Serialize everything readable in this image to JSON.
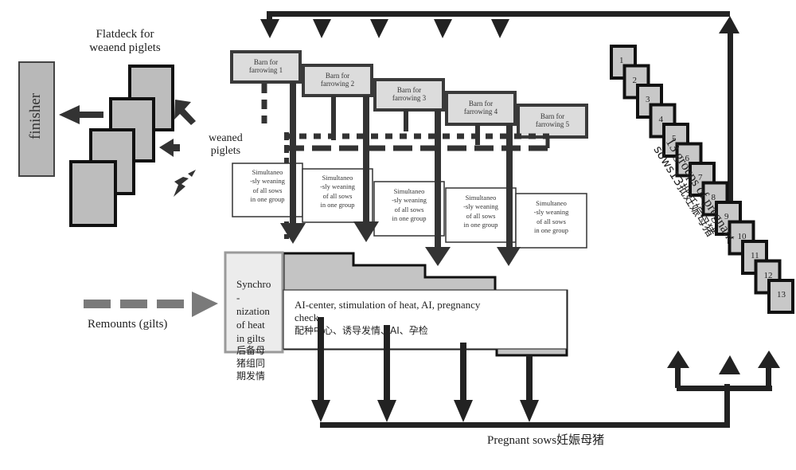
{
  "finisher": {
    "label": "finisher"
  },
  "flatdeck": {
    "label_line1": "Flatdeck for",
    "label_line2": "weaend piglets"
  },
  "weaned_piglets": {
    "line1": "weaned",
    "line2": "piglets"
  },
  "barns": [
    {
      "line1": "Barn for",
      "line2": "farrowing 1"
    },
    {
      "line1": "Barn for",
      "line2": "farrowing 2"
    },
    {
      "line1": "Barn for",
      "line2": "farrowing 3"
    },
    {
      "line1": "Barn for",
      "line2": "farrowing 4"
    },
    {
      "line1": "Barn for",
      "line2": "farrowing 5"
    }
  ],
  "weaning_boxes": [
    {
      "lines": [
        "Simultaneo",
        "-sly weaning",
        "of all sows",
        "in one group"
      ]
    },
    {
      "lines": [
        "Simultaneo",
        "-sly weaning",
        "of all sows",
        "in one group"
      ]
    },
    {
      "lines": [
        "Simultaneo",
        "-sly weaning",
        "of all sows",
        "in one group"
      ]
    },
    {
      "lines": [
        "Simultaneo",
        "-sly weaning",
        "of all sows",
        "in one group"
      ]
    },
    {
      "lines": [
        "Simultaneo",
        "-sly weaning",
        "of all sows",
        "in one group"
      ]
    }
  ],
  "synchronization": {
    "lines": [
      "Synchro",
      "-",
      "nization",
      "of heat",
      "in gilts"
    ],
    "chinese_lines": [
      "后备母",
      "猪组同",
      "期发情"
    ]
  },
  "remounts": {
    "label": "Remounts (gilts)"
  },
  "ai_center": {
    "line1": "AI-center, stimulation of heat, AI, pregnancy",
    "line2": "check",
    "line3": "配种中心、诱导发情、AI、孕检"
  },
  "pregnant_sows": {
    "label": "Pregnant sows妊娠母猪"
  },
  "groups": {
    "label_line1": "13 groups of pregnant",
    "label_line2": "sows13批妊娠母猪",
    "numbers": [
      "1",
      "2",
      "3",
      "4",
      "5",
      "6",
      "7",
      "8",
      "9",
      "10",
      "11",
      "12",
      "13"
    ]
  },
  "colors": {
    "line": "#2b2b2b",
    "box_fill": "#c4c4c4",
    "barn_fill": "#dcdcdc",
    "light_fill": "#ececec"
  }
}
